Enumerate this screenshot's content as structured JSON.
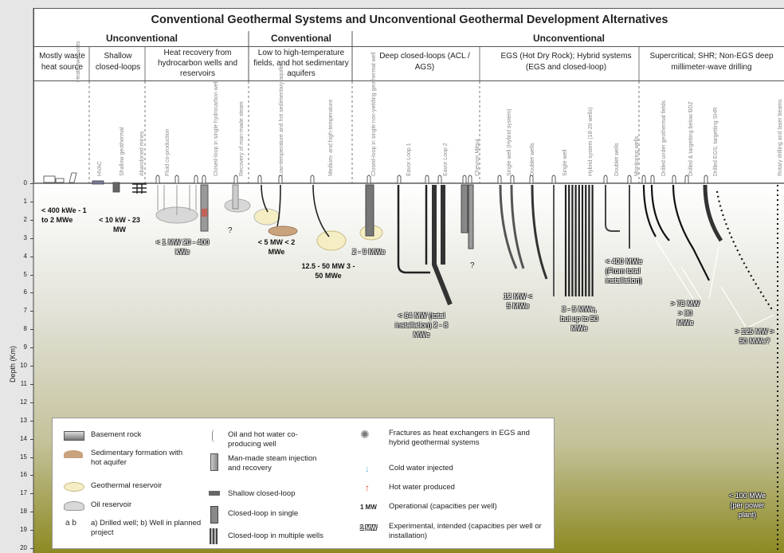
{
  "title": "Conventional Geothermal Systems and Unconventional Geothermal Development Alternatives",
  "groups": [
    "Unconventional",
    "Conventional",
    "Unconventional"
  ],
  "categories": [
    "Mostly waste heat source",
    "Shallow closed-loops",
    "Heat recovery from hydrocarbon wells and reservoirs",
    "Low to high-temperature fields, and hot sedimentary aquifers",
    "Deep closed-loops (ACL / AGS)",
    "EGS (Hot Dry Rock); Hybrid systems (EGS and closed-loop)",
    "Supercritical; SHR; Non-EGS deep millimeter-wave drilling"
  ],
  "columns": [
    "HeatPower units",
    "HVAC",
    "Shallow geothermal",
    "Abandoned mines",
    "Fluid co-production",
    "Closed-loop in single hydrocarbon well",
    "Recovery of man-made steam",
    "Low-temperature and hot sedimentary aquifer",
    "Medium- and high-temperature",
    "Closed-loop in single non-yielding geothermal well",
    "Eavor Loop 1",
    "Eavor Loop 2",
    "Chevron Mitsui",
    "Single well (Hybrid system)",
    "Doublet wells",
    "Single well",
    "Hybrid system (18-20 wells)",
    "Doublet wells",
    "Monitoring wells",
    "Drilled under geothermal fields",
    "Drilled & targetting below BDZ",
    "Drilled EGS; targetting SHR",
    "Rotary drilling and laser beams"
  ],
  "axis": {
    "label": "Depth (Km)",
    "ticks": [
      "0",
      "1",
      "2",
      "3",
      "4",
      "5",
      "6",
      "7",
      "8",
      "9",
      "10",
      "11",
      "12",
      "13",
      "14",
      "15",
      "16",
      "17",
      "18",
      "19",
      "20"
    ]
  },
  "capacities": {
    "waste": "< 400 kWe - 1 to 2 MWe",
    "shallow": "< 10 kW - 23 MW",
    "hydro": "< 1 MW 20 - 400 kWe",
    "question1": "?",
    "lowtemp": "< 5 MW < 2 MWe",
    "hightemp": "12.5 - 50 MW 3 - 50 MWe",
    "deepsingle": "2 - 9 MWe",
    "question2": "?",
    "eavor": "< 64 MW (total installation) 2 - 8 MWe",
    "egs1": "12 MW < 5 MWe",
    "egs2": "3 - 5 MWe, but up to 50 MWe",
    "egs3": "< 400 MWe (From total installation)",
    "super1": "> 73 MW > 30 MWe",
    "super2": "> 125 MW > 50 MWe?",
    "mmw": "< 100 MWe (per power plant)"
  },
  "legend": [
    "Basement rock",
    "Sedimentary formation with hot aquifer",
    "Geothermal reservoir",
    "Oil reservoir",
    "a) Drilled well; b) Well in planned project",
    "Oil and hot water co-producing well",
    "Man-made steam injection and recovery",
    "Shallow closed-loop",
    "Closed-loop in single",
    "Closed-loop in multiple wells",
    "Fractures as heat exchangers in EGS and hybrid geothermal systems",
    "Cold water injected",
    "Hot water produced",
    "Operational (capacities per well)",
    "Experimental, intended (capacities per well or installation)"
  ],
  "legend_tags": [
    "1 MW",
    "1 MW"
  ],
  "colors": {
    "basement_top": "#ffffff",
    "basement_bottom": "#8c8a22",
    "sediment": "#c9a27e",
    "reservoir": "#f5eec4",
    "oil": "#d8d8d8",
    "cold": "#5fb4d6",
    "hot": "#e03c2c"
  }
}
